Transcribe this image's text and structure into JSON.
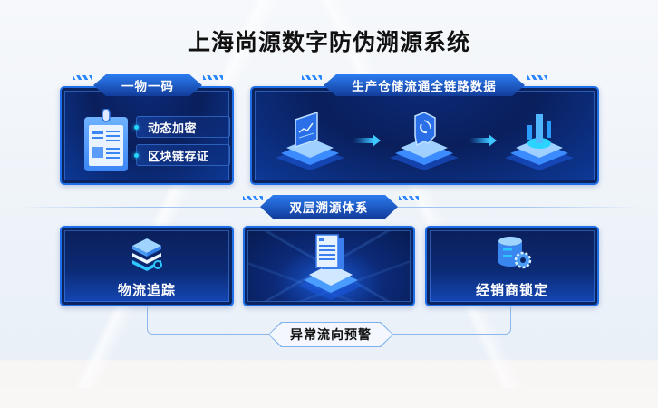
{
  "title": "上海尚源数字防伪溯源系统",
  "colors": {
    "card_dark": "#0a1f5c",
    "card_border": "#1f6fe8",
    "tab_blue": "#2c7cf0",
    "accent_cyan": "#25d6ff",
    "background": "#eef3f9"
  },
  "top_row": {
    "one_item_one_code": {
      "header": "一物一码",
      "icon": "document-clipboard-icon",
      "features": [
        "动态加密",
        "区块链存证"
      ]
    },
    "full_chain_data": {
      "header": "生产仓储流通全链路数据",
      "steps": [
        {
          "icon": "monitor-chart-icon"
        },
        {
          "icon": "shield-signal-icon"
        },
        {
          "icon": "data-bar-tower-icon"
        }
      ],
      "arrow_icon": "arrow-right-icon"
    }
  },
  "middle": {
    "header": "双层溯源体系"
  },
  "bottom_row": {
    "cards": [
      {
        "label": "物流追踪",
        "icon": "layers-search-icon"
      },
      {
        "label": "",
        "icon": "document-chip-icon"
      },
      {
        "label": "经销商锁定",
        "icon": "database-gear-icon"
      }
    ]
  },
  "footer": {
    "header": "异常流向预警"
  }
}
